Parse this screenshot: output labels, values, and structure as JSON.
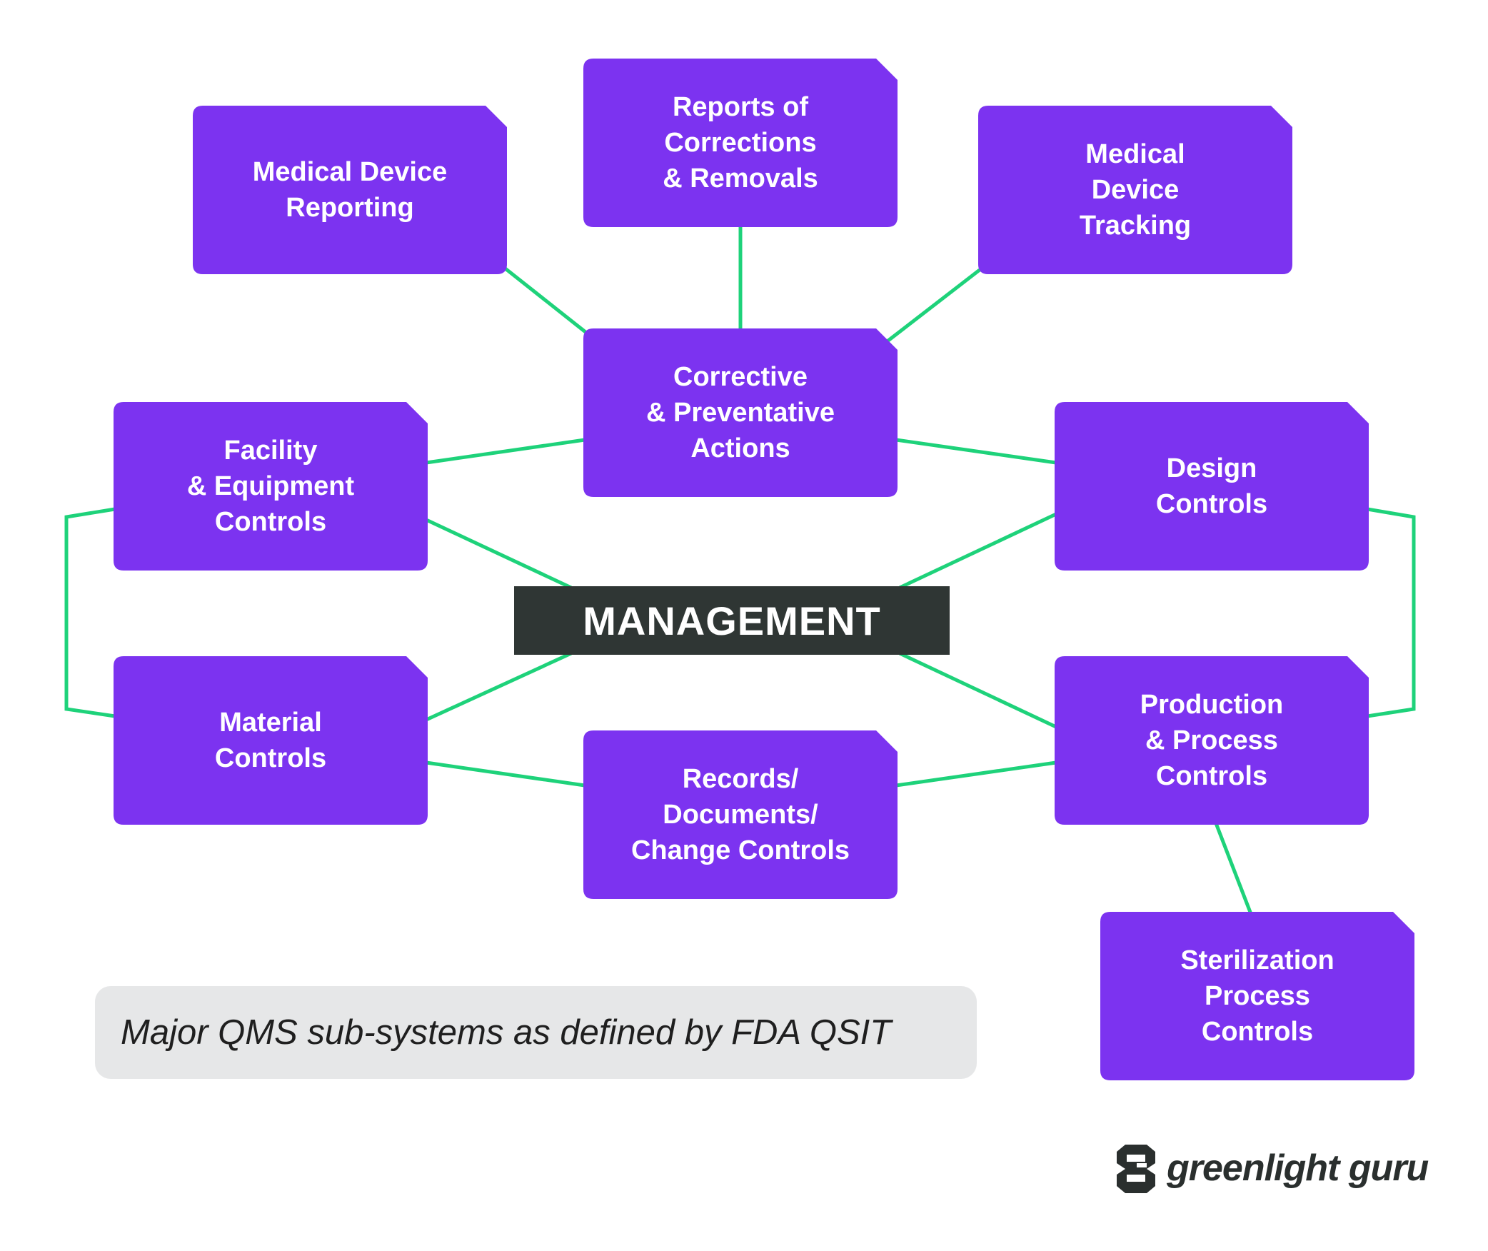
{
  "diagram": {
    "nodes": [
      {
        "id": "mdr",
        "label": "Medical Device\nReporting"
      },
      {
        "id": "rcr",
        "label": "Reports of\nCorrections\n& Removals"
      },
      {
        "id": "mdt",
        "label": "Medical\nDevice\nTracking"
      },
      {
        "id": "capa",
        "label": "Corrective\n& Preventative\nActions"
      },
      {
        "id": "fec",
        "label": "Facility\n& Equipment\nControls"
      },
      {
        "id": "dc",
        "label": "Design\nControls"
      },
      {
        "id": "mgmt",
        "label": "MANAGEMENT"
      },
      {
        "id": "mc",
        "label": "Material\nControls"
      },
      {
        "id": "ppc",
        "label": "Production\n& Process\nControls"
      },
      {
        "id": "rdc",
        "label": "Records/\nDocuments/\nChange Controls"
      },
      {
        "id": "spc",
        "label": "Sterilization\nProcess\nControls"
      }
    ],
    "edges": [
      [
        "mdr",
        "capa"
      ],
      [
        "rcr",
        "capa"
      ],
      [
        "mdt",
        "capa"
      ],
      [
        "capa",
        "fec"
      ],
      [
        "capa",
        "dc"
      ],
      [
        "fec",
        "mgmt"
      ],
      [
        "dc",
        "mgmt"
      ],
      [
        "mc",
        "mgmt"
      ],
      [
        "ppc",
        "mgmt"
      ],
      [
        "fec",
        "mc"
      ],
      [
        "dc",
        "ppc"
      ],
      [
        "mc",
        "rdc"
      ],
      [
        "rdc",
        "ppc"
      ],
      [
        "ppc",
        "spc"
      ]
    ]
  },
  "caption": "Major QMS sub-systems as defined by FDA QSIT",
  "brand": {
    "name": "greenlight guru",
    "icon": "greenlight-guru-logo-icon"
  },
  "colors": {
    "box": "#7c33f0",
    "management": "#2f3634",
    "edge": "#1ed27a",
    "caption_bg": "#e6e7e8"
  }
}
